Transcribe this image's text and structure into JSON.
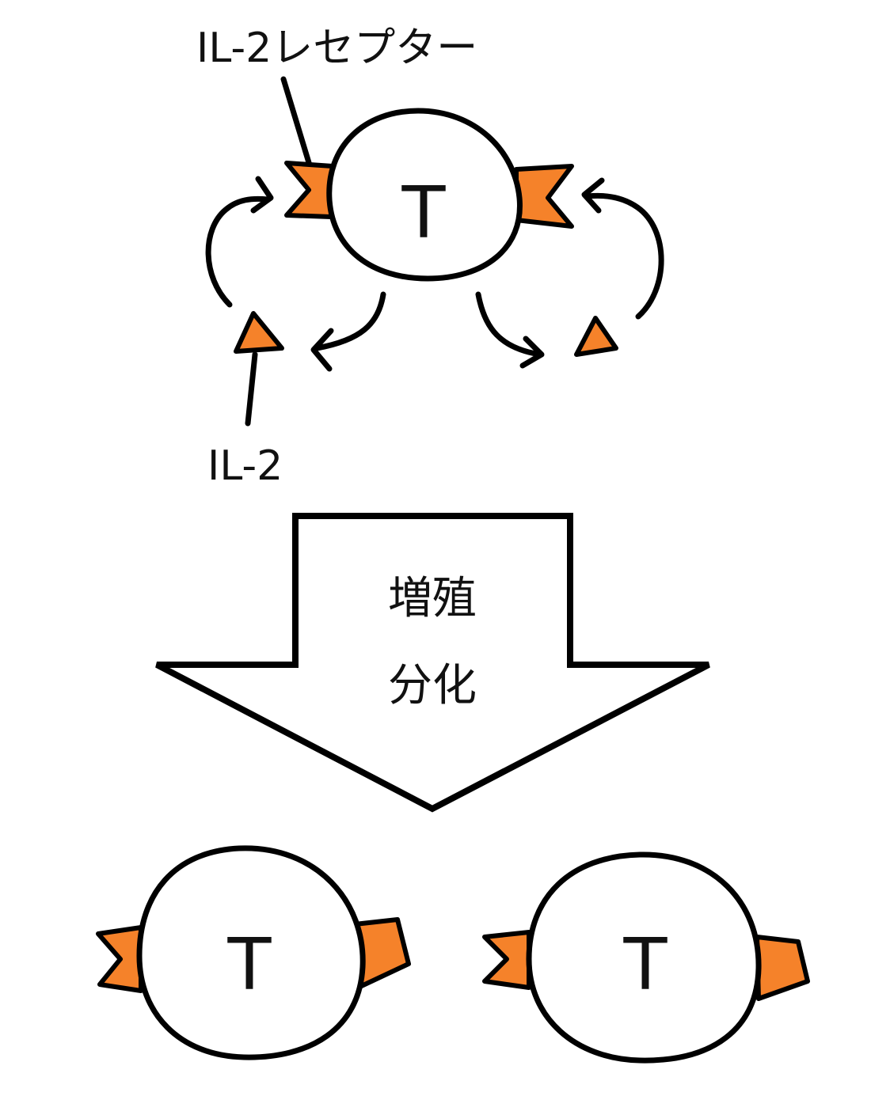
{
  "colors": {
    "accent": "#f5822a",
    "line": "#000000",
    "background": "#ffffff"
  },
  "labels": {
    "receptor": "IL-2レセプター",
    "ligand": "IL-2",
    "process_line1": "増殖",
    "process_line2": "分化"
  },
  "cells": {
    "top": {
      "letter": "T"
    },
    "bottom_left": {
      "letter": "T"
    },
    "bottom_right": {
      "letter": "T"
    }
  }
}
